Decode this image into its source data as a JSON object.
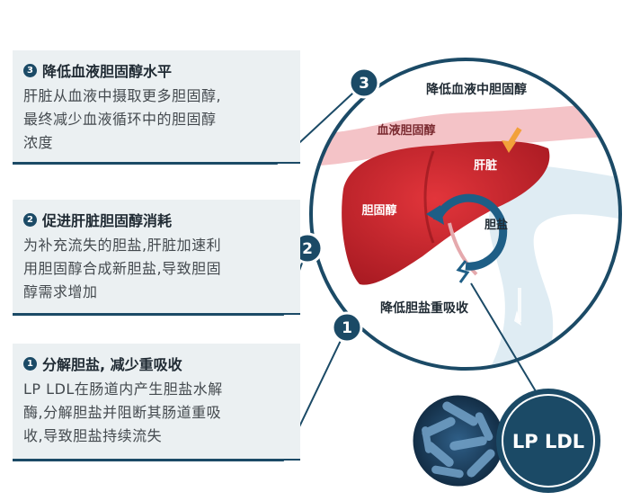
{
  "steps": [
    {
      "number": "3",
      "title": "降低血液胆固醇水平",
      "body": "肝脏从血液中摄取更多胆固醇,\n最终减少血液循环中的胆固醇\n浓度"
    },
    {
      "number": "2",
      "title": "促进肝脏胆固醇消耗",
      "body": "为补充流失的胆盐,肝脏加速利\n用胆固醇合成新胆盐,导致胆固\n醇需求增加"
    },
    {
      "number": "1",
      "title": "分解胆盐, 减少重吸收",
      "body": "LP LDL在肠道内产生胆盐水解\n酶,分解胆盐并阻断其肠道重吸\n收,导致胆盐持续流失"
    }
  ],
  "circle": {
    "top_label": "降低血液中胆固醇",
    "blood_cholesterol": "血液胆固醇",
    "liver": "肝脏",
    "cholesterol": "胆固醇",
    "bile_salt": "胆盐",
    "reabsorption": "降低胆盐重吸收"
  },
  "badges": {
    "three": "3",
    "two": "2",
    "one": "1"
  },
  "product": {
    "label": "LP LDL"
  },
  "colors": {
    "navy": "#1b4a66",
    "liver_red": "#c8232c",
    "vessel_pink": "#f2b9bd",
    "intestine_blue": "#dbeaf2",
    "panel_bg": "#ebf0f2",
    "arrow_orange": "#f2a13a"
  }
}
